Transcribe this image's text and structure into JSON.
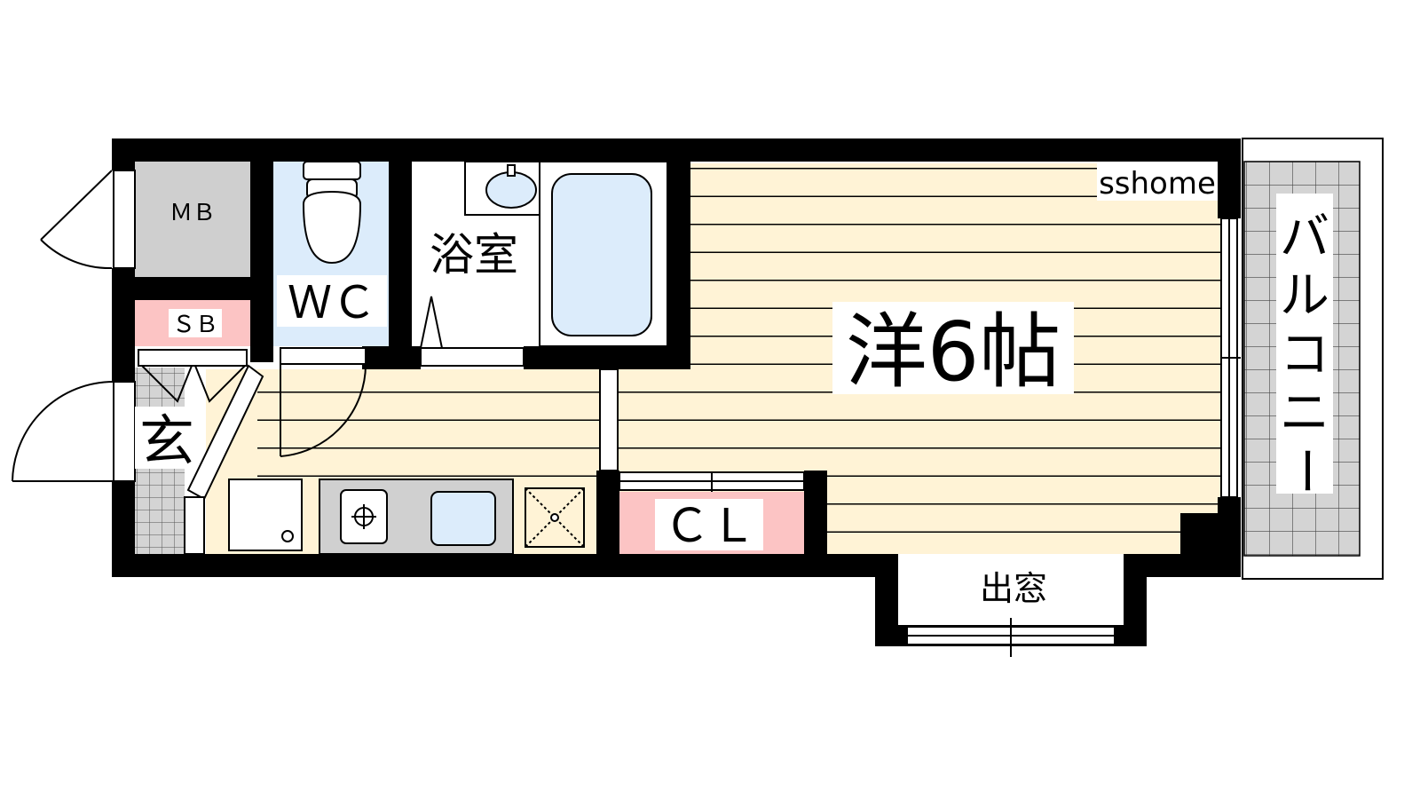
{
  "watermark": "sshome",
  "labels": {
    "mb": "ＭＢ",
    "sb": "ＳＢ",
    "wc": "ＷＣ",
    "bath": "浴室",
    "entrance": "玄",
    "room": "洋6帖",
    "closet": "ＣＬ",
    "bay_window": "出窓",
    "balcony": [
      "バ",
      "ル",
      "コ",
      "ニ",
      "ー"
    ]
  },
  "colors": {
    "floor": "#fff3d6",
    "floor_lines": "#000000",
    "wall": "#000000",
    "wc_fill": "#dcecfb",
    "mb_fill": "#cfcfcf",
    "storage_pink": "#fcc4c4",
    "bathtub_fill": "#dcecfb",
    "sink_fill": "#dcecfb",
    "balcony_tile": "#d4d4d4"
  }
}
